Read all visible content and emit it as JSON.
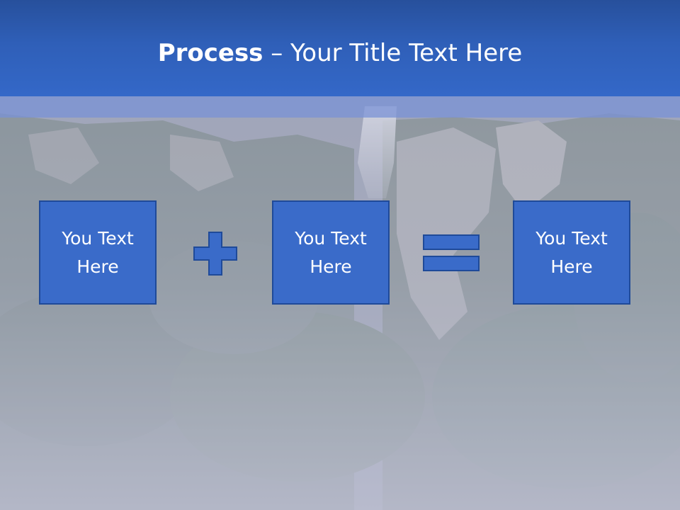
{
  "slide": {
    "title_bold": "Process",
    "title_rest": " – Your Title Text Here"
  },
  "boxes": [
    {
      "text": "You Text Here"
    },
    {
      "text": "You Text Here"
    },
    {
      "text": "You Text Here"
    }
  ],
  "operators": [
    "plus-icon",
    "equals-icon"
  ],
  "colors": {
    "header": "#2f5fb8",
    "box_fill": "#3a6bc9",
    "box_border": "#1f4a99",
    "text": "#ffffff"
  }
}
